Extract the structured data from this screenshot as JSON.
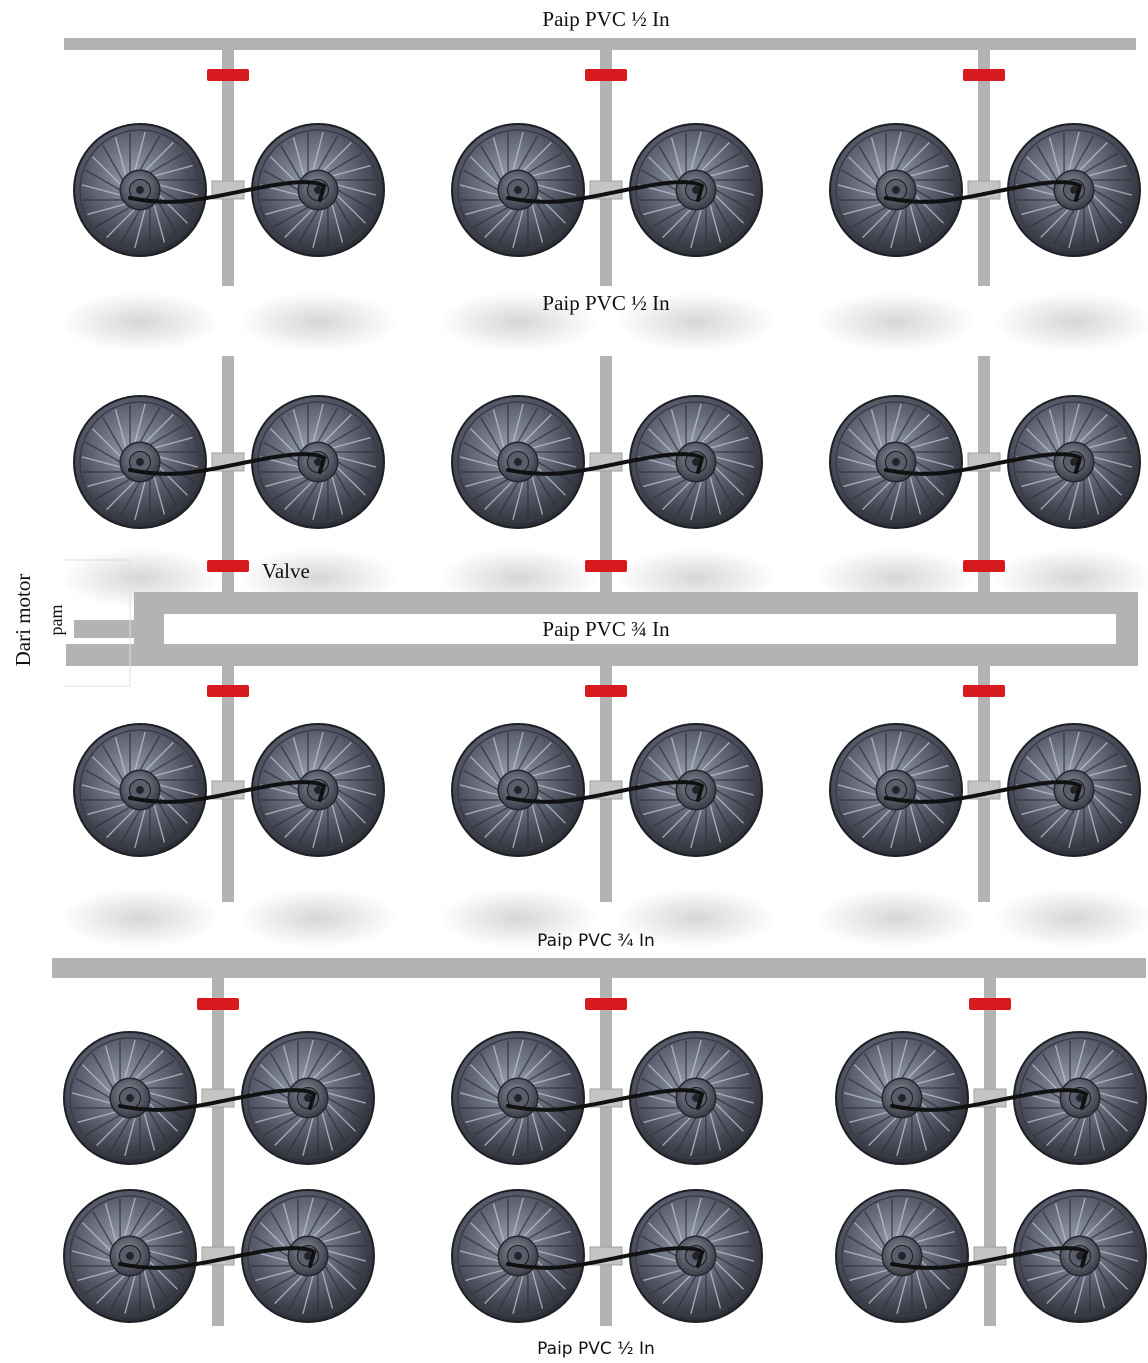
{
  "labels": {
    "pipe_half_top": "Paip PVC ½ In",
    "pipe_half_mid": "Paip PVC ½ In",
    "pipe_three_quarter_main": "Paip PVC ¾ In",
    "pipe_three_quarter_lower": "Paip PVC ¾ In",
    "pipe_half_bottom": "Paip PVC ½ In",
    "valve": "Valve",
    "source_line1": "Dari  motor",
    "source_line2": "pam"
  },
  "colors": {
    "pipe": "#b3b3b3",
    "valve": "#d81a1e",
    "tube": "#111111",
    "reel_dark": "#4a4d58",
    "reel_light": "#8d91a0"
  },
  "components": {
    "reel_icon": "spiral-reel-icon",
    "valve_icon": "valve-icon",
    "tube_icon": "hose-tube-icon"
  }
}
